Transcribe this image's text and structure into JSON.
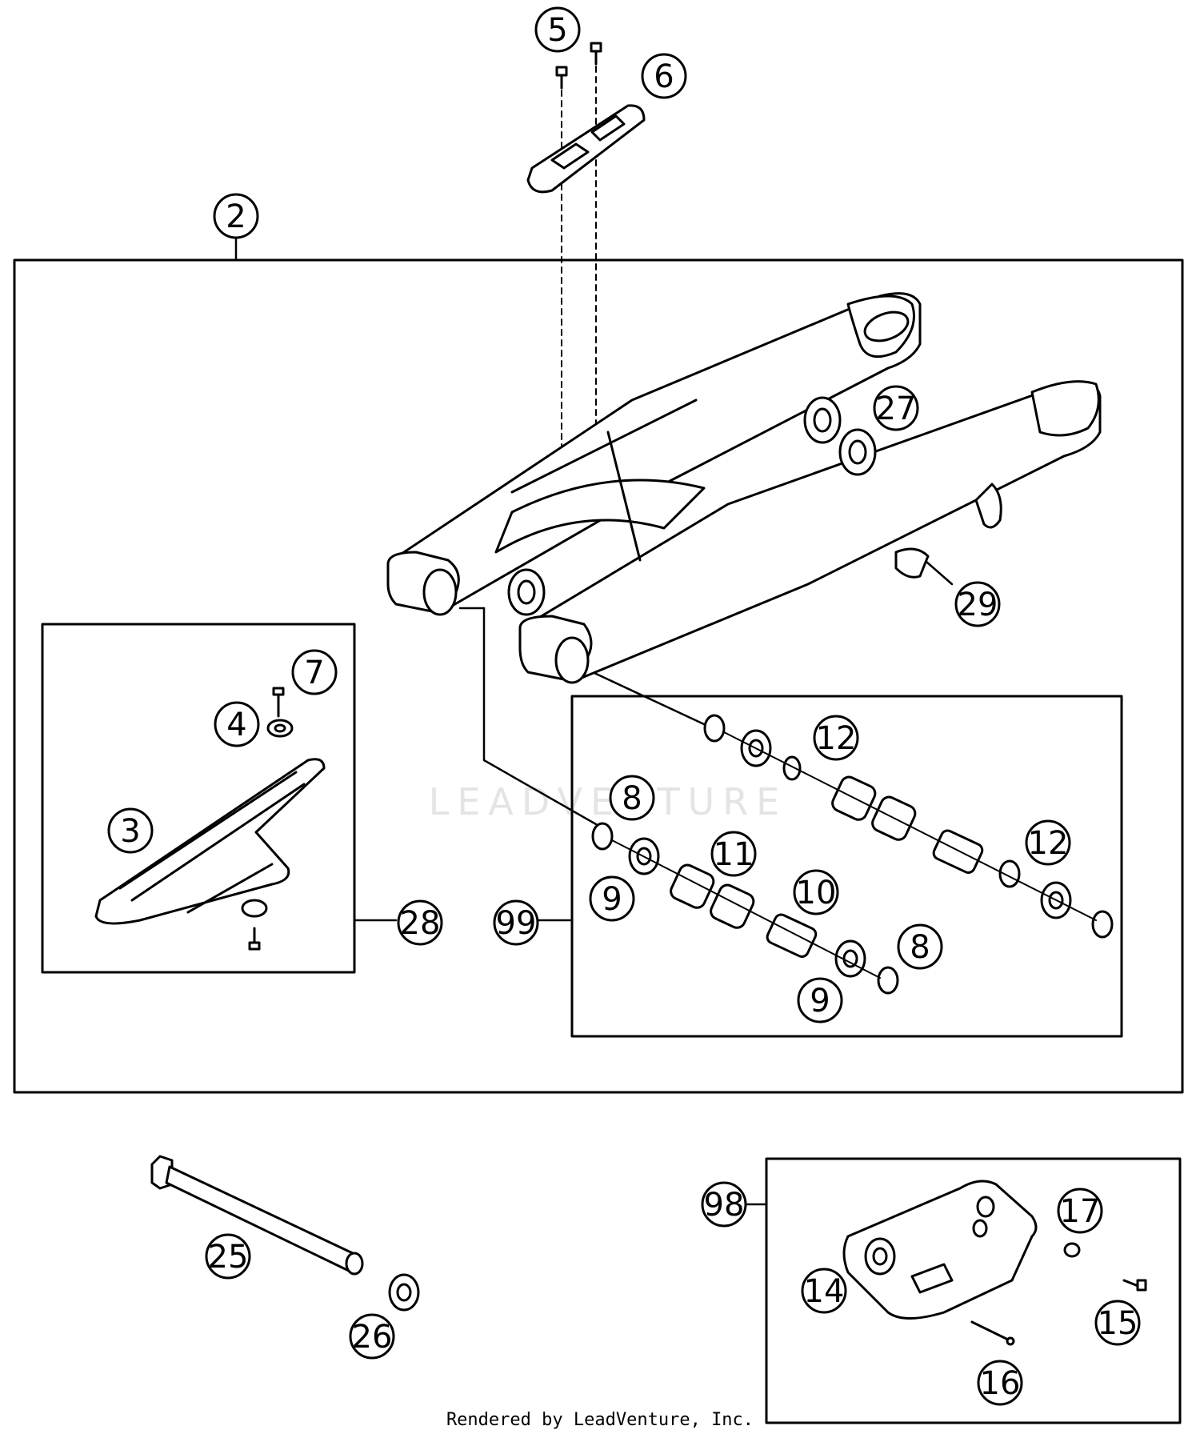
{
  "callouts": [
    {
      "id": "c5",
      "label": "5"
    },
    {
      "id": "c6",
      "label": "6"
    },
    {
      "id": "c2",
      "label": "2"
    },
    {
      "id": "c27",
      "label": "27"
    },
    {
      "id": "c29",
      "label": "29"
    },
    {
      "id": "c7",
      "label": "7"
    },
    {
      "id": "c4",
      "label": "4"
    },
    {
      "id": "c3",
      "label": "3"
    },
    {
      "id": "c28",
      "label": "28"
    },
    {
      "id": "c12a",
      "label": "12"
    },
    {
      "id": "c8a",
      "label": "8"
    },
    {
      "id": "c11",
      "label": "11"
    },
    {
      "id": "c12b",
      "label": "12"
    },
    {
      "id": "c9a",
      "label": "9"
    },
    {
      "id": "c10",
      "label": "10"
    },
    {
      "id": "c99",
      "label": "99"
    },
    {
      "id": "c8b",
      "label": "8"
    },
    {
      "id": "c9b",
      "label": "9"
    },
    {
      "id": "c98",
      "label": "98"
    },
    {
      "id": "c17",
      "label": "17"
    },
    {
      "id": "c25",
      "label": "25"
    },
    {
      "id": "c14",
      "label": "14"
    },
    {
      "id": "c15",
      "label": "15"
    },
    {
      "id": "c26",
      "label": "26"
    },
    {
      "id": "c16",
      "label": "16"
    }
  ],
  "watermark": "LEADVENTURE",
  "footer": "Rendered by LeadVenture, Inc."
}
